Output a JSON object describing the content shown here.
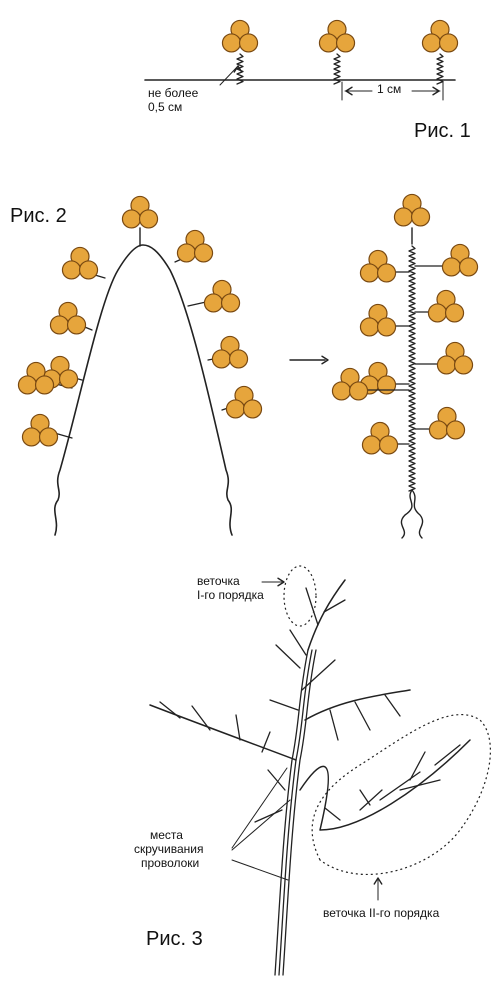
{
  "colors": {
    "bead_fill": "#E6A53C",
    "bead_stroke": "#7A4A12",
    "wire": "#222222",
    "background": "#FFFFFF"
  },
  "fig1": {
    "title": "Рис. 1",
    "label_gap_line1": "не более",
    "label_gap_line2": "0,5 см",
    "label_spacing": "1 см"
  },
  "fig2": {
    "title": "Рис. 2"
  },
  "fig3": {
    "title": "Рис. 3",
    "label_first_order_line1": "веточка",
    "label_first_order_line2": "I-го порядка",
    "label_twist_line1": "места",
    "label_twist_line2": "скручивания",
    "label_twist_line3": "проволоки",
    "label_second_order": "веточка II-го порядка"
  }
}
